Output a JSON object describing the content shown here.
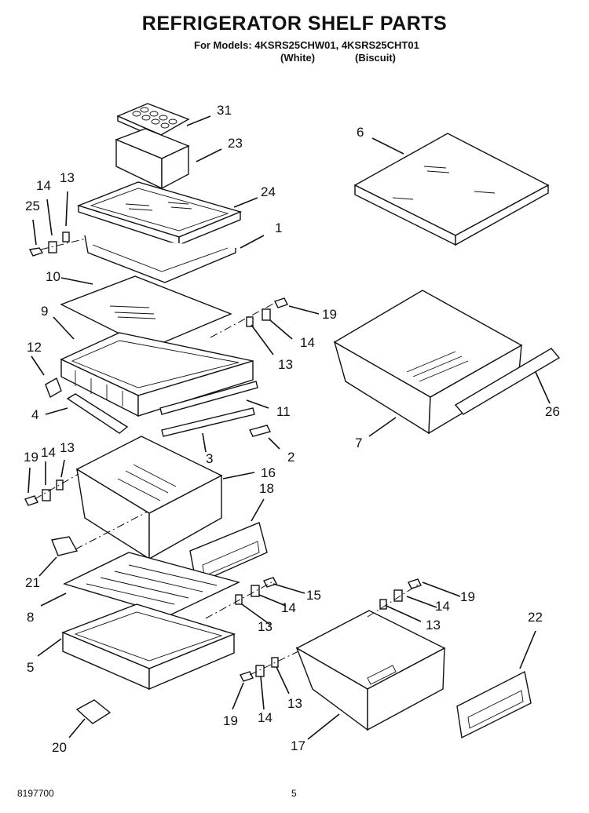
{
  "header": {
    "title": "REFRIGERATOR SHELF PARTS",
    "models_line": "For Models: 4KSRS25CHW01, 4KSRS25CHT01",
    "color_1": "(White)",
    "color_2": "(Biscuit)"
  },
  "footer": {
    "doc_number": "8197700",
    "page": "5"
  },
  "callouts": [
    "31",
    "23",
    "24",
    "1",
    "13",
    "14",
    "25",
    "10",
    "9",
    "12",
    "4",
    "11",
    "3",
    "2",
    "19",
    "14",
    "13",
    "19",
    "14",
    "13",
    "16",
    "18",
    "21",
    "8",
    "5",
    "15",
    "14",
    "13",
    "20",
    "19",
    "14",
    "13",
    "17",
    "22",
    "6",
    "7",
    "26",
    "19",
    "14",
    "13"
  ]
}
